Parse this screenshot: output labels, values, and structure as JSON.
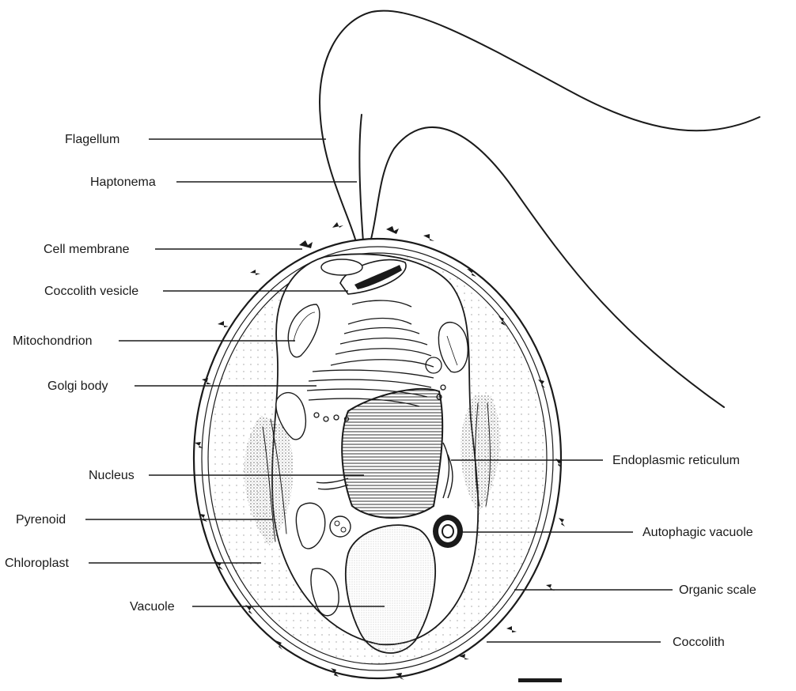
{
  "labels": {
    "flagellum": "Flagellum",
    "haptonema": "Haptonema",
    "cell_membrane": "Cell membrane",
    "coccolith_vesicle": "Coccolith vesicle",
    "mitochondrion": "Mitochondrion",
    "golgi_body": "Golgi body",
    "nucleus": "Nucleus",
    "pyrenoid": "Pyrenoid",
    "chloroplast": "Chloroplast",
    "vacuole": "Vacuole",
    "endoplasmic_reticulum": "Endoplasmic reticulum",
    "autophagic_vacuole": "Autophagic vacuole",
    "organic_scale": "Organic scale",
    "coccolith": "Coccolith"
  }
}
